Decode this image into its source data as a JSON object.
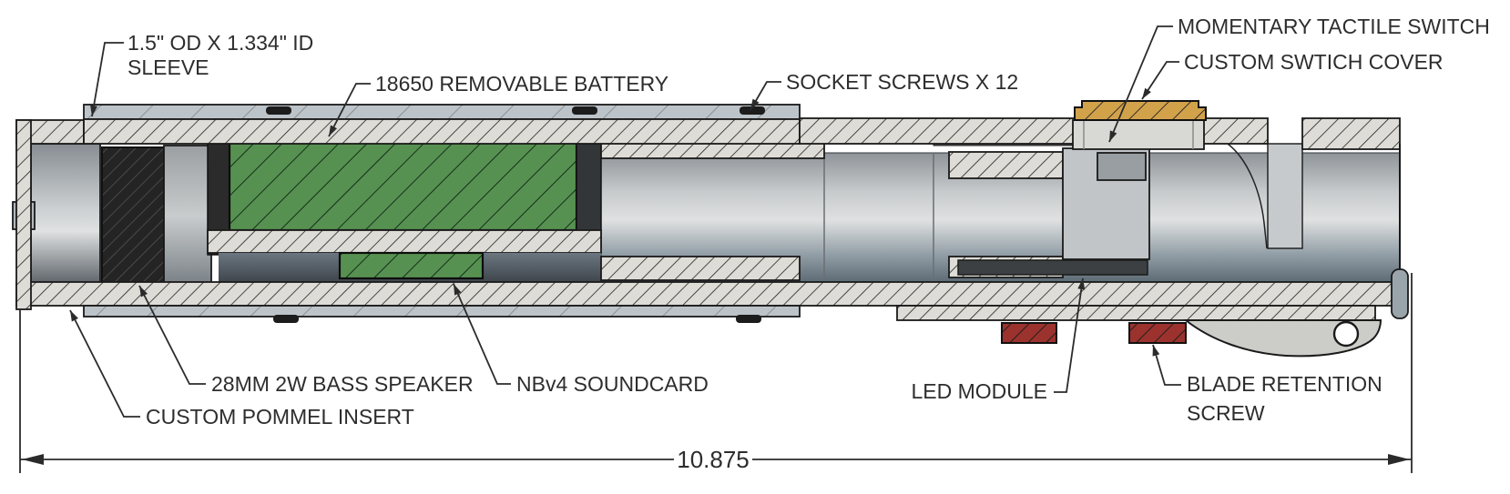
{
  "diagram": {
    "callouts": {
      "sleeve": {
        "line1": "1.5\" OD X 1.334\" ID",
        "line2": "SLEEVE"
      },
      "battery": {
        "label": "18650 REMOVABLE BATTERY"
      },
      "socket_screws": {
        "label": "SOCKET SCREWS X 12"
      },
      "tactile_switch": {
        "label": "MOMENTARY TACTILE SWITCH"
      },
      "switch_cover": {
        "label": "CUSTOM SWTICH COVER"
      },
      "bass_speaker": {
        "label": "28MM 2W BASS SPEAKER"
      },
      "soundcard": {
        "label": "NBv4 SOUNDCARD"
      },
      "pommel_insert": {
        "label": "CUSTOM POMMEL INSERT"
      },
      "led_module": {
        "label": "LED MODULE"
      },
      "blade_retention": {
        "line1": "BLADE RETENTION",
        "line2": "SCREW"
      }
    },
    "dimension": {
      "overall_length": "10.875"
    },
    "colors": {
      "battery_green": "#579151",
      "switch_cover_tan": "#d2a24b",
      "screw_red": "#9c322d",
      "speaker_black": "#242424",
      "wall_gray": "#dedcd7",
      "line_dark": "#2b2b2b"
    }
  }
}
